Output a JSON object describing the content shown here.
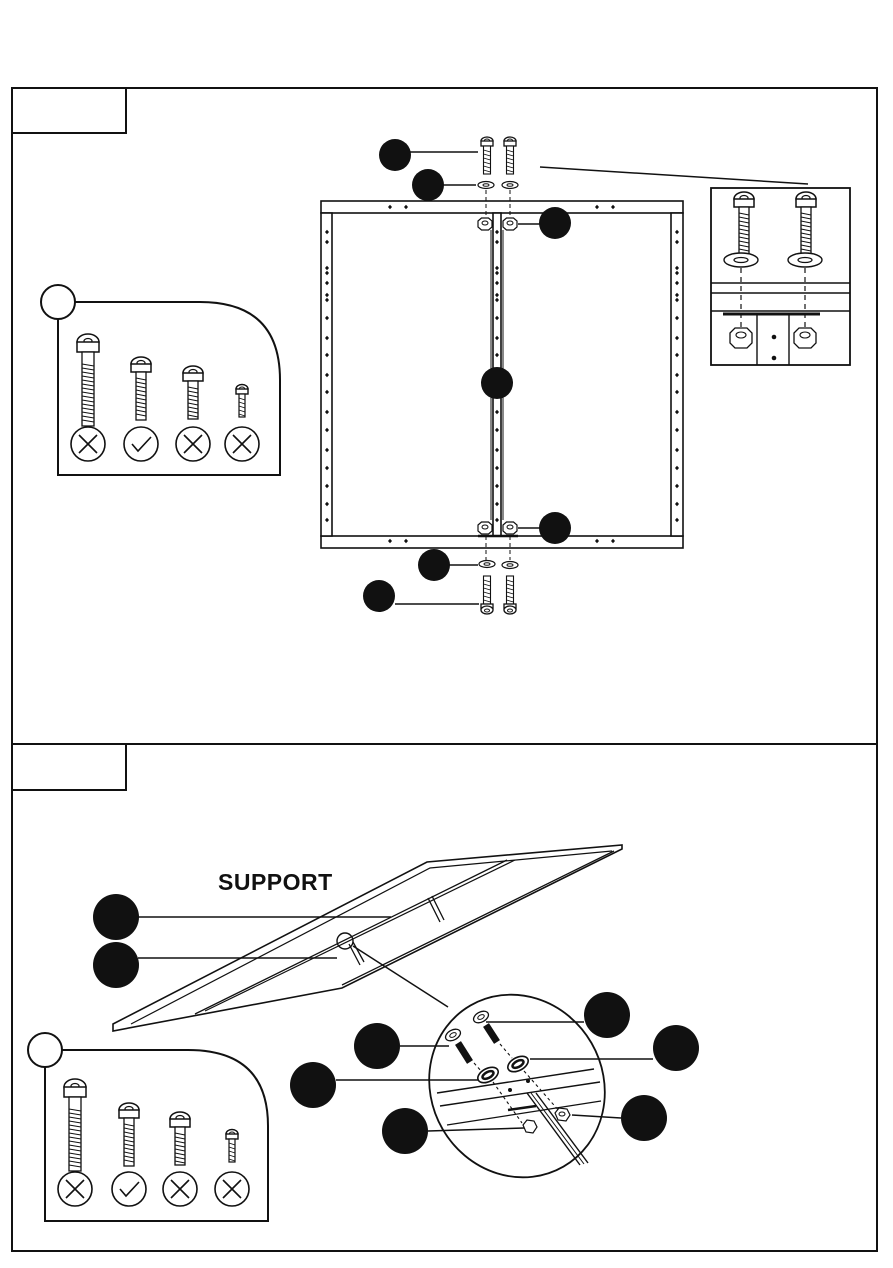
{
  "step2": {
    "callout_label": "SUPPORT"
  },
  "screw_choices": {
    "valid_index": 1,
    "marks": [
      "x",
      "check",
      "x",
      "x"
    ]
  },
  "icons": {
    "allowed": "check-circle-icon",
    "not_allowed": "x-circle-icon"
  },
  "colors": {
    "ink": "#111111",
    "paper": "#ffffff"
  }
}
